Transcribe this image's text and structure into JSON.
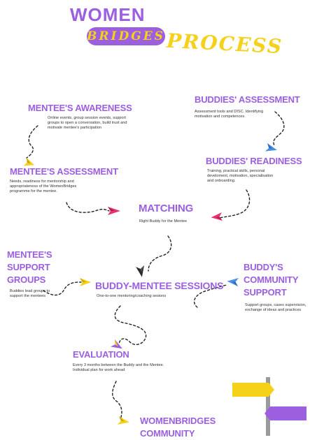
{
  "title": {
    "line1": "WOMEN",
    "line2": "BRIDGES",
    "line3": "PROCESS"
  },
  "steps": {
    "mentee_awareness": {
      "heading": "MENTEE'S AWARENESS",
      "text": "Online events, group session events, support groups to open a conversation, build trust and motivate mentee's participation"
    },
    "buddies_assessment": {
      "heading": "BUDDIES' ASSESSMENT",
      "text": "Assessment tools and DISC. Identifying motivation and competences."
    },
    "mentee_assessment": {
      "heading": "MENTEE'S ASSESSMENT",
      "text": "Needs, readiness for mentorship and appropriateness of the WomenBridges programme for the mentee."
    },
    "buddies_readiness": {
      "heading": "BUDDIES' READINESS",
      "text": "Training, practical skills, personal develoment, motivation, specialisation and onboarding."
    },
    "matching": {
      "heading": "MATCHING",
      "text": "Right Buddy for the Mentee"
    },
    "mentee_support_groups": {
      "heading_lines": [
        "MENTEE'S",
        "SUPPORT",
        "GROUPS"
      ],
      "text": "Buddies lead groups to support the mentees"
    },
    "buddy_mentee_sessions": {
      "heading": "BUDDY-MENTEE SESSIONS",
      "text": "One-to-one mentoring/coaching sesions"
    },
    "buddy_community_support": {
      "heading_lines": [
        "BUDDY'S",
        "COMMUNITY",
        "SUPPORT"
      ],
      "text": "Support groups, cases supervision, exchange of ideas and practices"
    },
    "evaluation": {
      "heading": "EVALUATION",
      "text": "Every 3 months between the Buddy and the Mentee. Individual plan for work ahead"
    },
    "womenbridges_community": {
      "heading_lines": [
        "WOMENBRIDGES",
        "COMMUNITY"
      ]
    }
  },
  "colors": {
    "purple": "#9b5fe0",
    "yellow": "#f5d11a",
    "pink": "#e8336d",
    "blue": "#4a8fe6",
    "dark": "#333333"
  },
  "icons": [
    "paper-plane-icon",
    "signpost-icon"
  ]
}
